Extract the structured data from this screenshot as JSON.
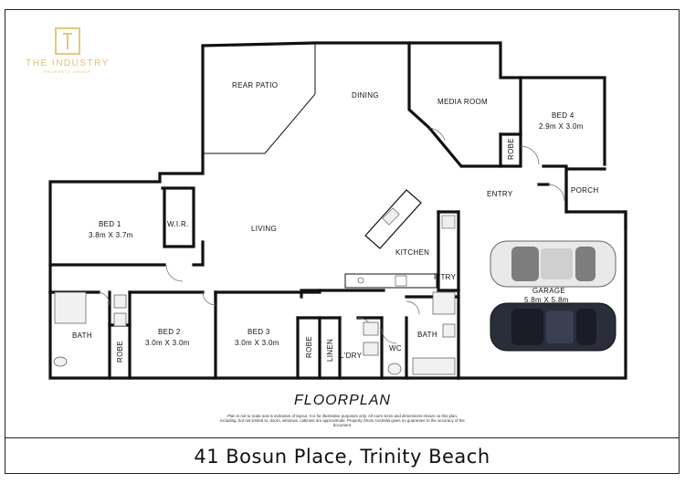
{
  "logo": {
    "name": "THE INDUSTRY",
    "subtitle": "PROPERTY GROUP"
  },
  "rooms": {
    "rear_patio": "REAR PATIO",
    "dining": "DINING",
    "media_room": "MEDIA ROOM",
    "bed4_name": "BED 4",
    "bed4_size": "2.9m X 3.0m",
    "robe_bed4": "ROBE",
    "porch": "PORCH",
    "entry": "ENTRY",
    "bed1_name": "BED  1",
    "bed1_size": "3.8m X 3.7m",
    "wir": "W.I.R.",
    "living": "LIVING",
    "kitchen": "KITCHEN",
    "pantry": "P'TRY",
    "garage_name": "GARAGE",
    "garage_size": "5.8m X 5.8m",
    "bath_left": "BATH",
    "robe_bed2": "ROBE",
    "bed2_name": "BED 2",
    "bed2_size": "3.0m X 3.0m",
    "bed3_name": "BED 3",
    "bed3_size": "3.0m X 3.0m",
    "robe_bed3": "ROBE",
    "linen": "LINEN",
    "laundry": "L'DRY",
    "wc": "WC",
    "bath_right": "BATH"
  },
  "caption": "FLOORPLAN",
  "disclaimer": "Plan is not to scale and is indicative of layout. It is for illustrative purposes only. All room sizes and dimensions shown on this plan, including, but not limited to, doors, windows, cabinets are approximate. Property Shots Australia gives no guarantee to the accuracy of the document.",
  "address": "41 Bosun Place, Trinity Beach",
  "colors": {
    "wall": "#111111",
    "logo_gold": "#e3c26d",
    "window": "#cccccc"
  }
}
